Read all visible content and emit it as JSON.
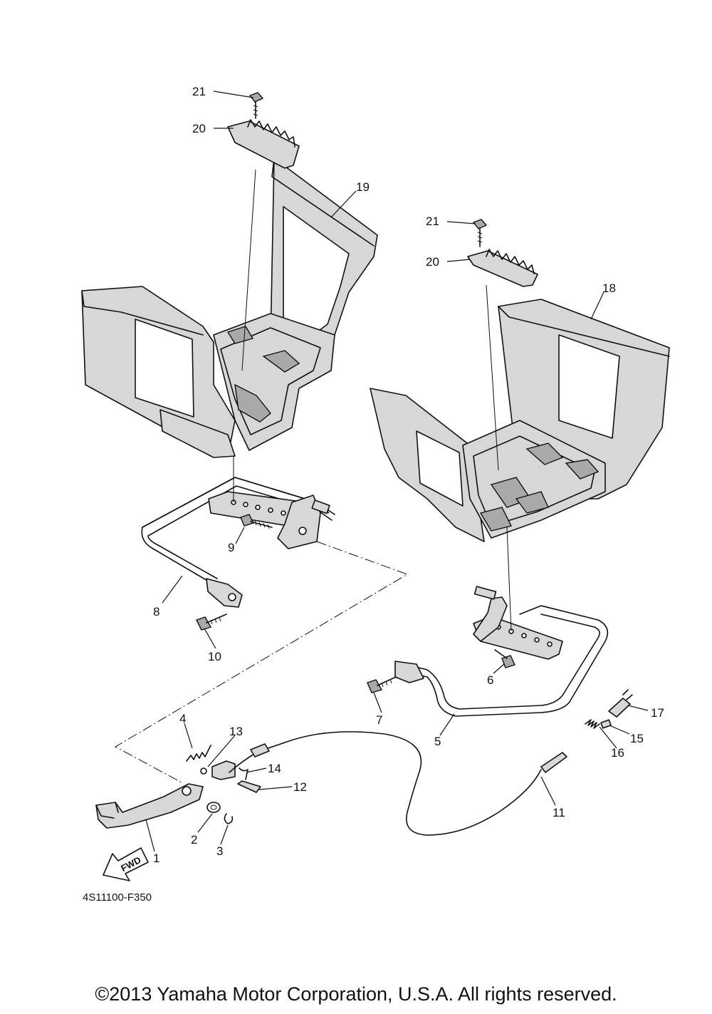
{
  "diagram": {
    "reference_code": "4S11100-F350",
    "fwd_label": "FWD",
    "callouts": [
      {
        "id": "c21a",
        "label": "21"
      },
      {
        "id": "c20a",
        "label": "20"
      },
      {
        "id": "c19",
        "label": "19"
      },
      {
        "id": "c21b",
        "label": "21"
      },
      {
        "id": "c20b",
        "label": "20"
      },
      {
        "id": "c18",
        "label": "18"
      },
      {
        "id": "c9",
        "label": "9"
      },
      {
        "id": "c8",
        "label": "8"
      },
      {
        "id": "c10",
        "label": "10"
      },
      {
        "id": "c6",
        "label": "6"
      },
      {
        "id": "c7",
        "label": "7"
      },
      {
        "id": "c5",
        "label": "5"
      },
      {
        "id": "c17",
        "label": "17"
      },
      {
        "id": "c15",
        "label": "15"
      },
      {
        "id": "c16",
        "label": "16"
      },
      {
        "id": "c4",
        "label": "4"
      },
      {
        "id": "c13",
        "label": "13"
      },
      {
        "id": "c14",
        "label": "14"
      },
      {
        "id": "c12",
        "label": "12"
      },
      {
        "id": "c11",
        "label": "11"
      },
      {
        "id": "c2",
        "label": "2"
      },
      {
        "id": "c3",
        "label": "3"
      },
      {
        "id": "c1",
        "label": "1"
      }
    ]
  },
  "copyright": "©2013 Yamaha Motor Corporation, U.S.A. All rights reserved."
}
